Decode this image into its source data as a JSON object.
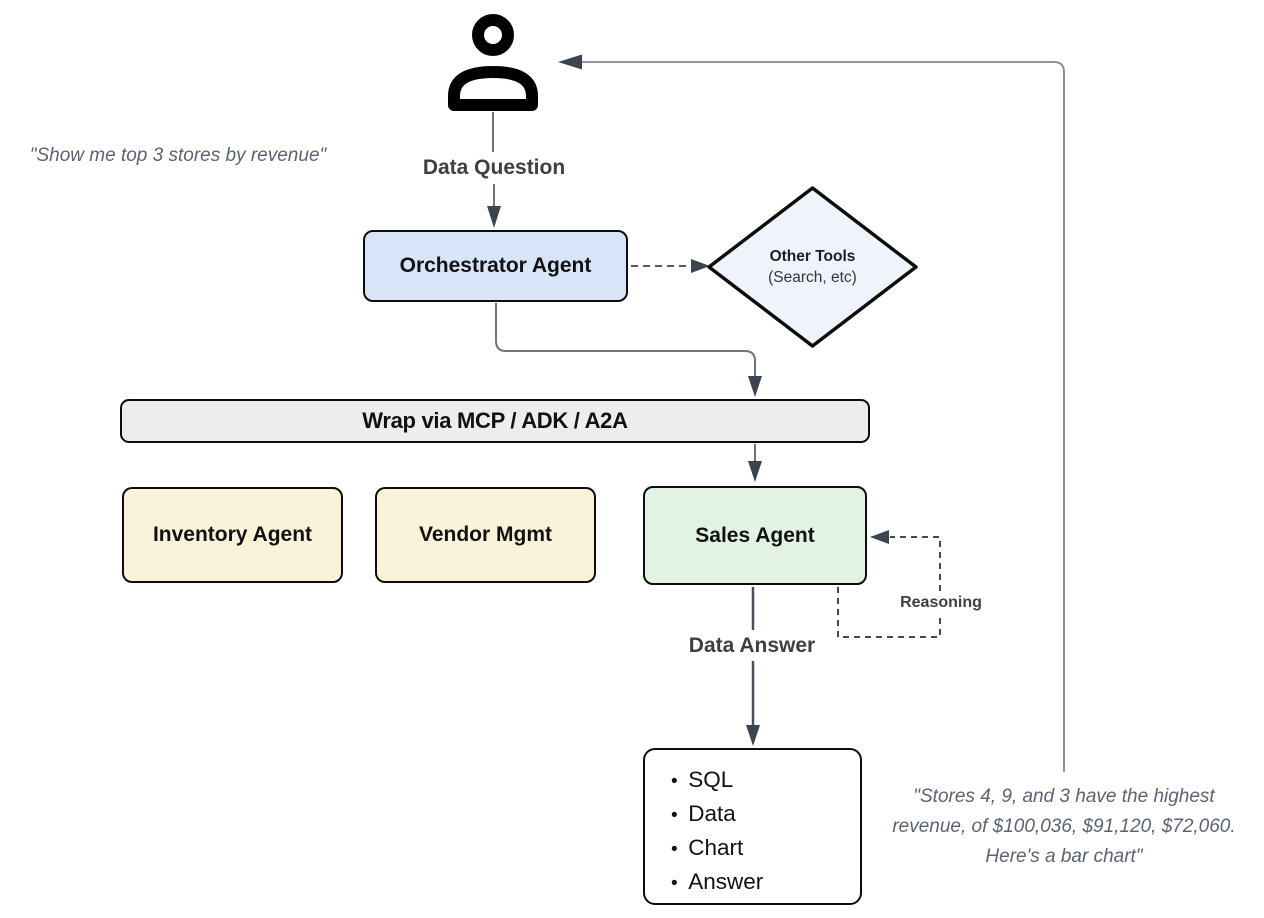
{
  "colors": {
    "connector_gray": "#6e747c",
    "arrowhead_dark": "#3d4450",
    "node_border": "#0d0d0d",
    "orchestrator_fill": "#d8e4f8",
    "other_tools_fill": "#eef3fc",
    "wrap_bar_fill": "#ededed",
    "inventory_fill": "#faf3da",
    "vendor_fill": "#faf3da",
    "sales_fill": "#e2f4e1",
    "output_fill": "#ffffff",
    "quote_text": "#5c6370",
    "flow_label_text": "#3c4043"
  },
  "quotes": {
    "left": "\"Show me top 3 stores by revenue\"",
    "right_lines": [
      "\"Stores 4, 9, and 3 have the highest",
      "revenue, of $100,036, $91,120, $72,060.",
      "Here's a bar chart\""
    ]
  },
  "labels": {
    "data_question": "Data Question",
    "data_answer": "Data Answer",
    "reasoning": "Reasoning"
  },
  "nodes": {
    "orchestrator": {
      "label": "Orchestrator Agent",
      "fill": "#d8e4f8"
    },
    "other_tools": {
      "title": "Other Tools",
      "subtitle": "(Search, etc)",
      "fill": "#eef3fc"
    },
    "wrap_bar": {
      "label": "Wrap via MCP / ADK / A2A",
      "fill": "#ededed"
    },
    "inventory_agent": {
      "label": "Inventory Agent",
      "fill": "#faf3da"
    },
    "vendor_mgmt": {
      "label": "Vendor Mgmt",
      "fill": "#faf3da"
    },
    "sales_agent": {
      "label": "Sales Agent",
      "fill": "#e2f4e1"
    },
    "output": {
      "items": [
        "SQL",
        "Data",
        "Chart",
        "Answer"
      ]
    }
  }
}
